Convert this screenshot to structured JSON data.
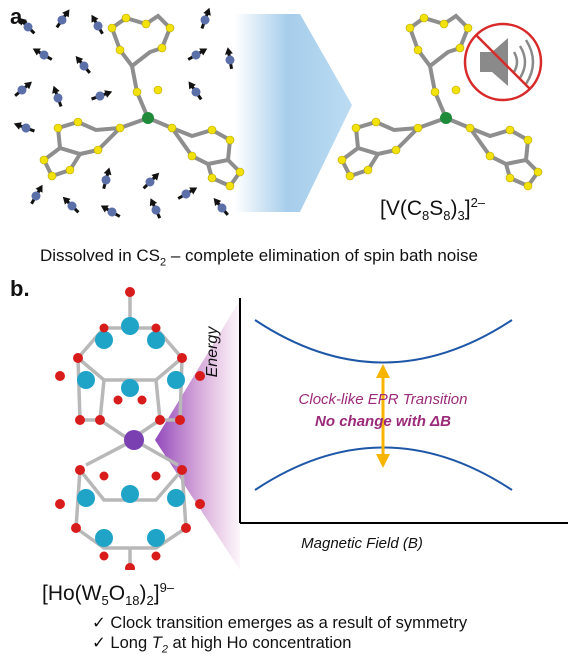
{
  "panel_a": {
    "label": "a.",
    "formula": {
      "p1": "[V(C",
      "s1": "8",
      "p2": "S",
      "s2": "8",
      "p3": ")",
      "s3": "3",
      "p4": "]",
      "charge": "2–"
    },
    "caption": {
      "p1": "Dissolved in CS",
      "sub": "2",
      "p2": " – complete elimination of spin bath noise"
    },
    "icons": [
      "spin-arrow-icon",
      "muted-speaker-icon",
      "big-arrow-icon"
    ]
  },
  "panel_b": {
    "label": "b.",
    "formula": {
      "p1": "[Ho(W",
      "s1": "5",
      "p2": "O",
      "s2": "18",
      "p3": ")",
      "s3": "2",
      "p4": "]",
      "charge": "9–"
    },
    "plot": {
      "ylabel": "Energy",
      "xlabel": "Magnetic Field (B)",
      "annotation_line1": "Clock-like EPR Transition",
      "annotation_line2": "No change with ΔB"
    },
    "bullets": [
      {
        "check": "✓",
        "text": "Clock transition emerges as a result of symmetry"
      },
      {
        "check": "✓",
        "pre": "Long ",
        "italic": "T",
        "sub": "2",
        "post": " at high Ho concentration"
      }
    ]
  },
  "colors": {
    "sulfur": "#f2e20a",
    "carbon": "#9a9a9a",
    "vanadium": "#1e8a3a",
    "spin": "#5b6fa8",
    "tungsten": "#1fa3c7",
    "oxygen": "#d81b1b",
    "holmium": "#7a3fb0",
    "curve": "#1f57a8",
    "arrow": "#f7b500",
    "annotation": "#9c2a7a"
  }
}
